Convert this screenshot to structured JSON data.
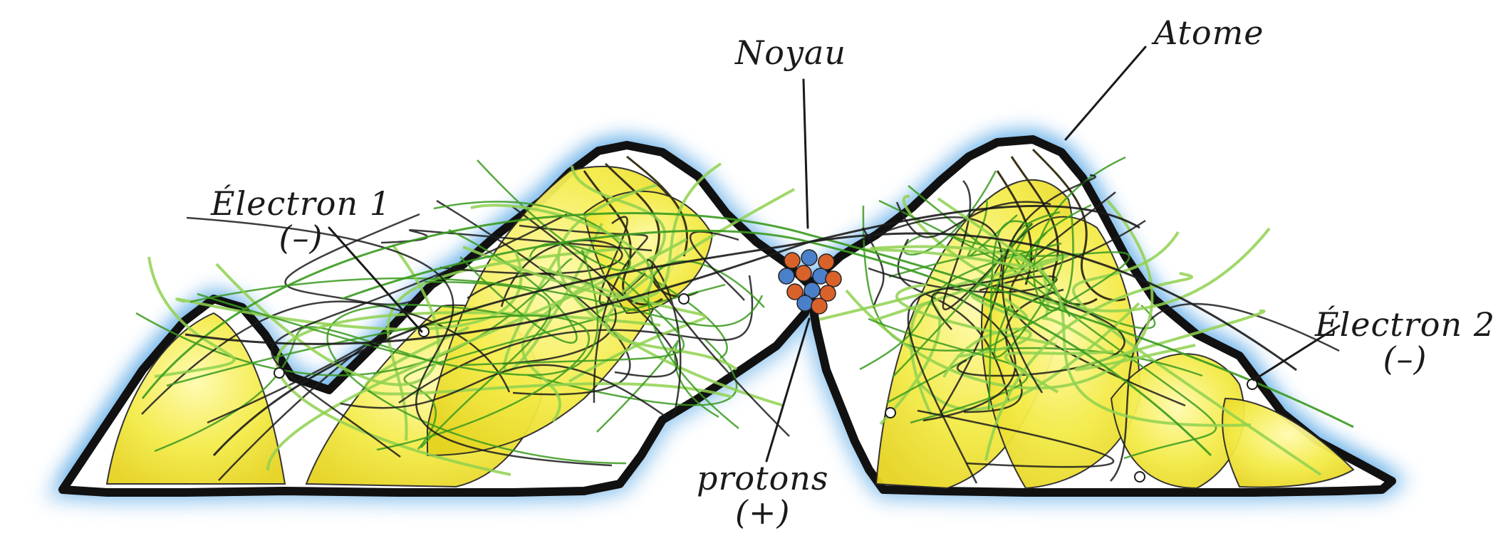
{
  "labels": {
    "noyau": "Noyau",
    "atome": "Atome",
    "electron1": {
      "name": "Électron 1",
      "charge": "(–)"
    },
    "electron2": {
      "name": "Électron 2",
      "charge": "(–)"
    },
    "protons": {
      "name": "protons",
      "charge": "(+)"
    }
  },
  "colors": {
    "halo": "#5aa9e6",
    "outline": "#111111",
    "body_fill": "#f4ec4a",
    "body_highlight": "#fffbb0",
    "orbit_green": "#3a9a1f",
    "orbit_light_green": "#8fd14f",
    "orbit_dark": "#1b1b1b",
    "proton_orange": "#d9622b",
    "neutron_blue": "#4a7fc9"
  }
}
